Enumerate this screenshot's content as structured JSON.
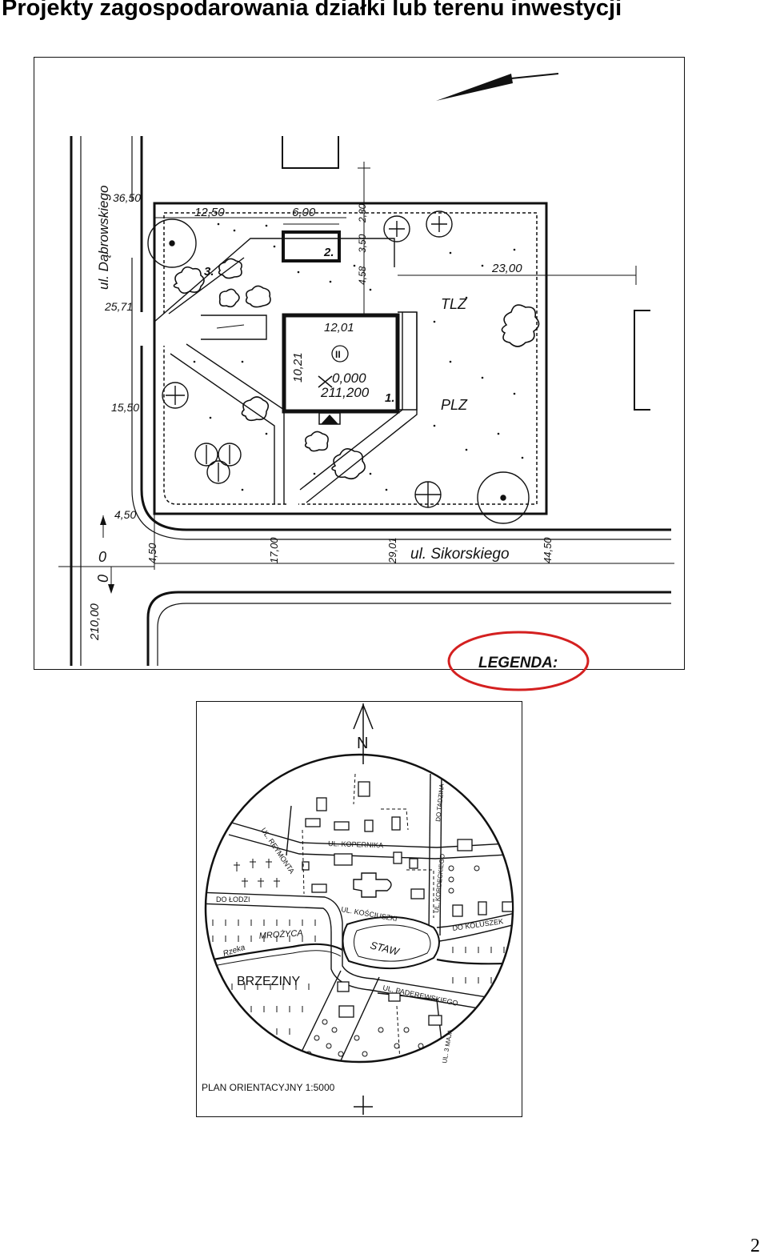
{
  "page": {
    "title": "Projekty zagospodarowania działki lub terenu inwestycji",
    "page_number": "2"
  },
  "site_plan": {
    "street_west": "ul. Dąbrowskiego",
    "street_south": "ul. Sikorskiego",
    "building_number": "II",
    "building_width": "12,01",
    "building_depth": "10,21",
    "level_zero": "0,000",
    "level_abs": "211,200",
    "label_1": "1.",
    "label_2": "2.",
    "label_3": "3.",
    "zone_tlz": "TLZ",
    "zone_plz": "PLZ",
    "dim_top_a": "12,50",
    "dim_top_b": "6,00",
    "dim_right": "23,00",
    "dim_v_a": "4,58",
    "dim_v_b": "3,50",
    "dim_v_c": "2,30",
    "chain_left": [
      "36,50",
      "25,71",
      "15,50",
      "4,50"
    ],
    "chain_bottom": [
      "4,50",
      "17,00",
      "29,01",
      "44,50"
    ],
    "origin_a": "0",
    "origin_b": "0",
    "left_total": "210,00",
    "legend": "LEGENDA:",
    "highlight_color": "#d42020"
  },
  "orientation_plan": {
    "north": "N",
    "streets": [
      "UL. REYMONTA",
      "UL. KOPERNIKA",
      "UL. KOŚCIUSZKI",
      "UL. KORDECKIEGO",
      "UL. PADEREWSKIEGO",
      "UL. 3 MAJA",
      "DO TADZINA"
    ],
    "directions": [
      "DO ŁODZI",
      "DO KOLUSZEK"
    ],
    "river": "MROŻYCA",
    "river_prefix": "Rzeka",
    "pond": "STAW",
    "town": "BRZEZINY",
    "caption": "PLAN ORIENTACYJNY 1:5000"
  }
}
